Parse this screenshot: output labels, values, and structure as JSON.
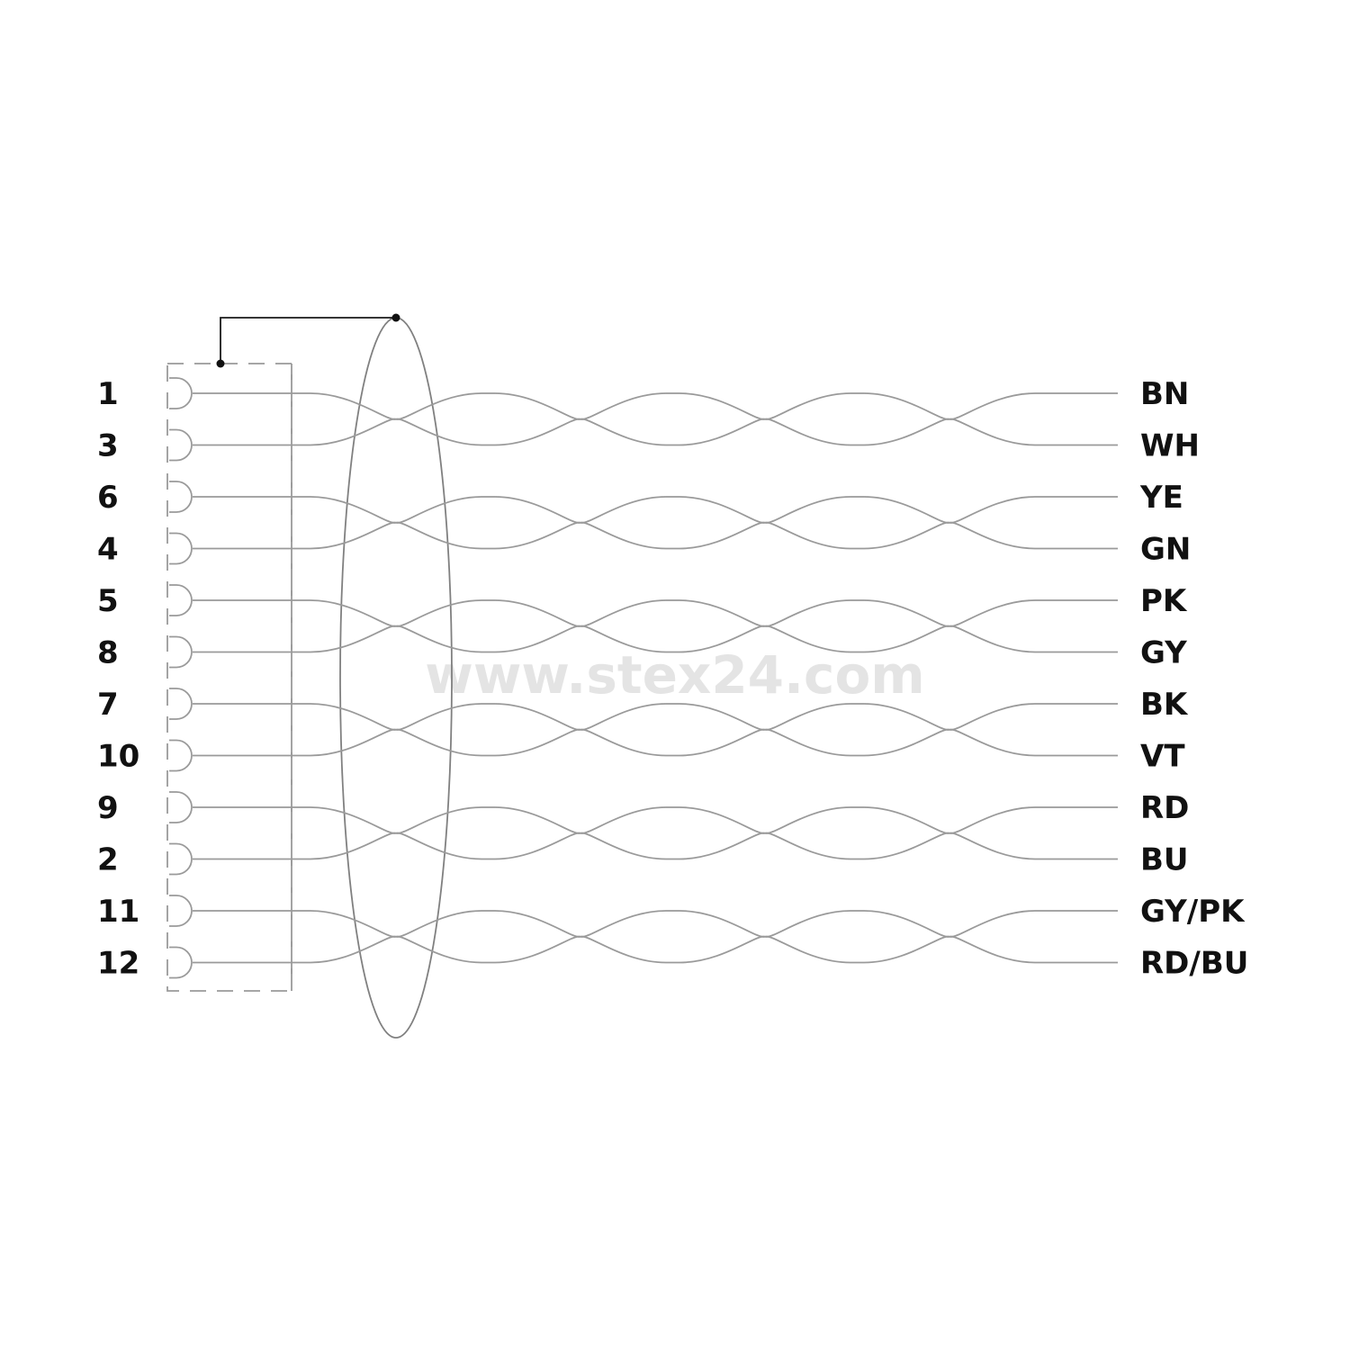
{
  "pins": [
    "1",
    "3",
    "6",
    "4",
    "5",
    "8",
    "7",
    "10",
    "9",
    "2",
    "11",
    "12"
  ],
  "colors": [
    "BN",
    "WH",
    "YE",
    "GN",
    "PK",
    "GY",
    "BK",
    "VT",
    "RD",
    "BU",
    "GY/PK",
    "RD/BU"
  ],
  "watermark": "www.stex24.com",
  "twisted_pairs": [
    {
      "pins": [
        "1",
        "3"
      ],
      "colors": [
        "BN",
        "WH"
      ]
    },
    {
      "pins": [
        "6",
        "4"
      ],
      "colors": [
        "YE",
        "GN"
      ]
    },
    {
      "pins": [
        "5",
        "8"
      ],
      "colors": [
        "PK",
        "GY"
      ]
    },
    {
      "pins": [
        "7",
        "10"
      ],
      "colors": [
        "BK",
        "VT"
      ]
    },
    {
      "pins": [
        "9",
        "2"
      ],
      "colors": [
        "RD",
        "BU"
      ]
    },
    {
      "pins": [
        "11",
        "12"
      ],
      "colors": [
        "GY/PK",
        "RD/BU"
      ]
    }
  ]
}
